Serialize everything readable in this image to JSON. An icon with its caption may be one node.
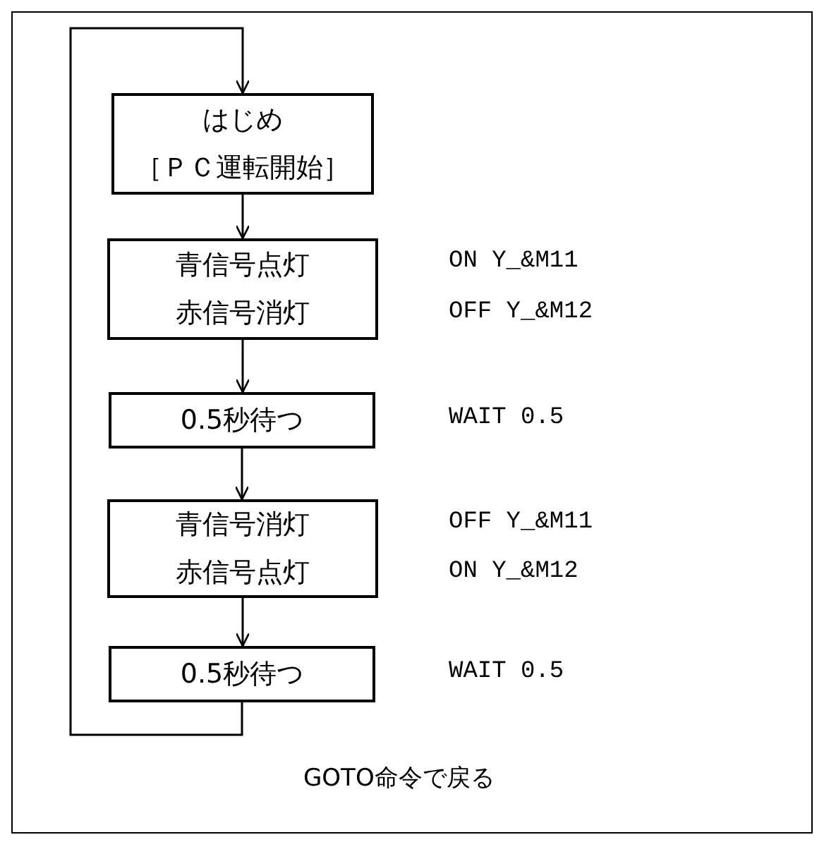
{
  "diagram": {
    "nodes": [
      {
        "text": [
          "はじめ",
          "［ＰＣ運転開始］"
        ]
      },
      {
        "text": [
          "青信号点灯",
          "赤信号消灯"
        ],
        "beside": [
          "ON Y_&M11",
          "OFF Y_&M12"
        ]
      },
      {
        "text": [
          "0.5秒待つ"
        ],
        "beside": [
          "WAIT 0.5"
        ]
      },
      {
        "text": [
          "青信号消灯",
          "赤信号点灯"
        ],
        "beside": [
          "OFF Y_&M11",
          "ON Y_&M12"
        ]
      },
      {
        "text": [
          "0.5秒待つ"
        ],
        "beside": [
          "WAIT 0.5"
        ]
      }
    ],
    "edges": [
      {
        "from": 0,
        "to": 1,
        "arrow": "to"
      },
      {
        "from": 1,
        "to": 2,
        "arrow": "to"
      },
      {
        "from": 2,
        "to": 3,
        "arrow": "to"
      },
      {
        "from": 3,
        "to": 4,
        "arrow": "to"
      },
      {
        "from": 4,
        "to": 0,
        "arrow": "to"
      }
    ],
    "labels": [
      "GOTO命令で戻る"
    ]
  }
}
